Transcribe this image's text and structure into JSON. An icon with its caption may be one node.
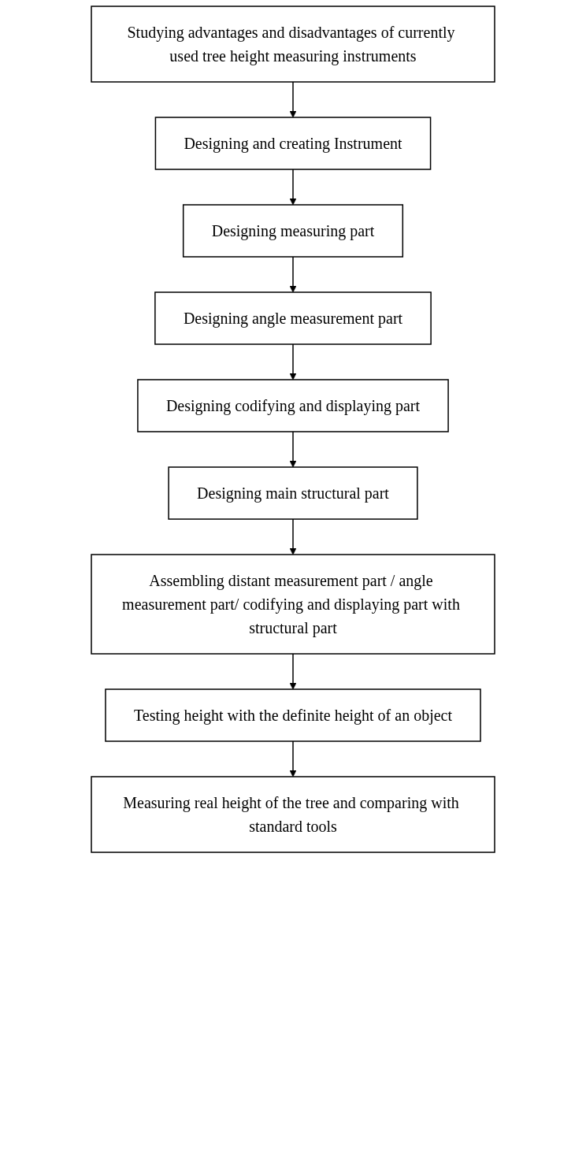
{
  "diagram": {
    "nodes": [
      {
        "text": [
          "Studying advantages and disadvantages of currently used tree height measuring instruments"
        ]
      },
      {
        "text": [
          "Designing and creating Instrument"
        ]
      },
      {
        "text": [
          "Designing measuring part"
        ]
      },
      {
        "text": [
          "Designing angle measurement part"
        ]
      },
      {
        "text": [
          "Designing codifying and displaying part"
        ]
      },
      {
        "text": [
          "Designing main structural part"
        ]
      },
      {
        "text": [
          "Assembling distant measurement part / angle measurement part/ codifying and displaying part with structural part"
        ]
      },
      {
        "text": [
          "Testing height with the definite height of an object"
        ]
      },
      {
        "text": [
          "Measuring real height of the tree and comparing with standard tools"
        ]
      }
    ],
    "edges": [
      {
        "from": 0,
        "to": 1,
        "arrow": "to"
      },
      {
        "from": 1,
        "to": 2,
        "arrow": "to"
      },
      {
        "from": 2,
        "to": 3,
        "arrow": "to"
      },
      {
        "from": 3,
        "to": 4,
        "arrow": "to"
      },
      {
        "from": 4,
        "to": 5,
        "arrow": "to"
      },
      {
        "from": 5,
        "to": 6,
        "arrow": "to"
      },
      {
        "from": 6,
        "to": 7,
        "arrow": "to"
      },
      {
        "from": 7,
        "to": 8,
        "arrow": "to"
      }
    ]
  }
}
